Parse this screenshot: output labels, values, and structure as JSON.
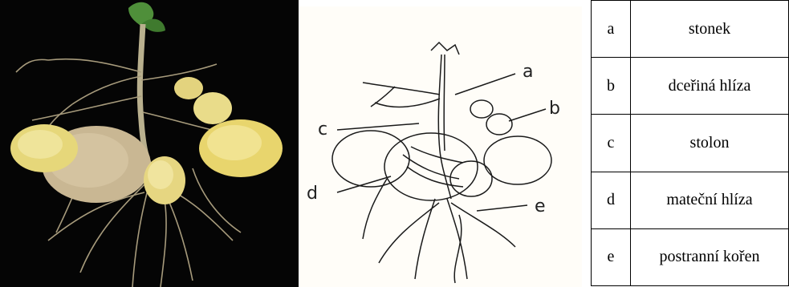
{
  "diagram": {
    "callouts": [
      "a",
      "b",
      "c",
      "d",
      "e"
    ]
  },
  "legend": {
    "rows": [
      {
        "key": "a",
        "label": "stonek"
      },
      {
        "key": "b",
        "label": "dceřiná hlíza"
      },
      {
        "key": "c",
        "label": "stolon"
      },
      {
        "key": "d",
        "label": "mateční hlíza"
      },
      {
        "key": "e",
        "label": "postranní kořen"
      }
    ]
  }
}
